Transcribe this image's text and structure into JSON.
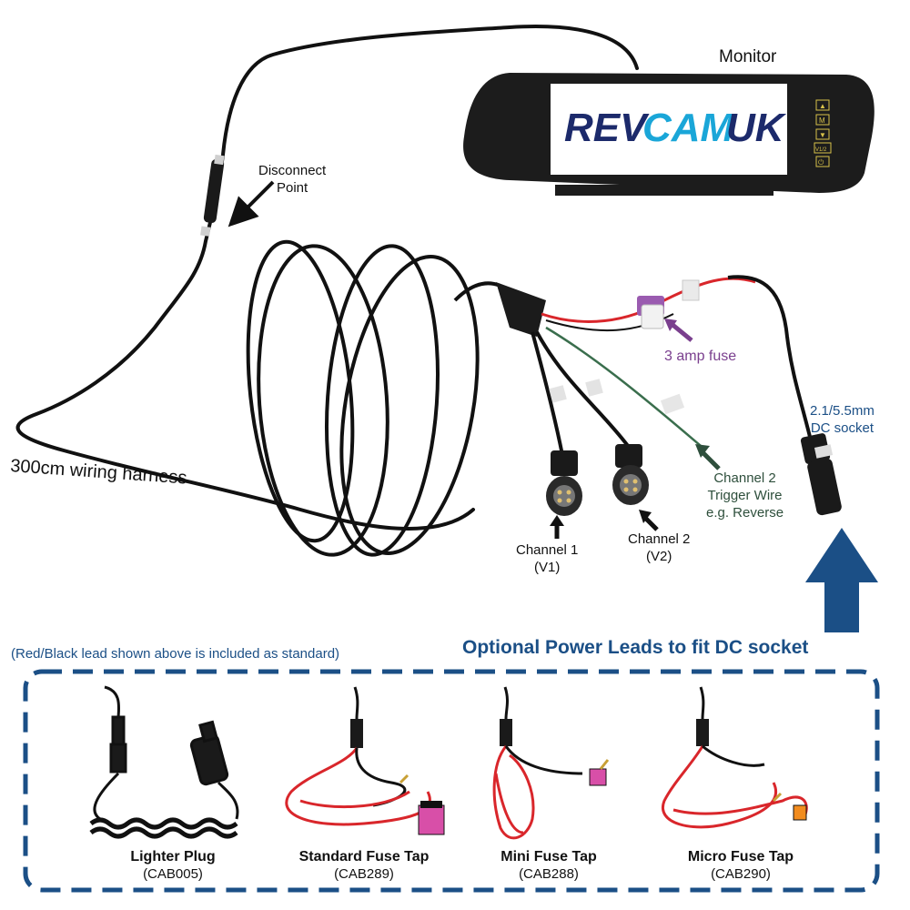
{
  "labels": {
    "monitor": "Monitor",
    "disconnect_point_line1": "Disconnect",
    "disconnect_point_line2": "Point",
    "wiring_harness": "300cm wiring harness",
    "fuse": "3 amp fuse",
    "dc_socket_line1": "2.1/5.5mm",
    "dc_socket_line2": "DC socket",
    "trigger_line1": "Channel 2",
    "trigger_line2": "Trigger Wire",
    "trigger_line3": "e.g. Reverse",
    "channel1_line1": "Channel 1",
    "channel1_line2": "(V1)",
    "channel2_line1": "Channel 2",
    "channel2_line2": "(V2)",
    "included_note": "(Red/Black lead shown above is included as standard)",
    "optional_title": "Optional Power Leads to fit DC socket"
  },
  "monitor_screen": {
    "logo_part1": "REV",
    "logo_part2": "CAM",
    "logo_part3": "UK",
    "buttons": [
      "▲",
      "M",
      "▼",
      "V1/2",
      "⏻"
    ]
  },
  "products": [
    {
      "name": "Lighter Plug",
      "code": "(CAB005)"
    },
    {
      "name": "Standard Fuse Tap",
      "code": "(CAB289)"
    },
    {
      "name": "Mini Fuse Tap",
      "code": "(CAB288)"
    },
    {
      "name": "Micro Fuse Tap",
      "code": "(CAB290)"
    }
  ],
  "colors": {
    "accent_blue": "#1b4f86",
    "fuse_purple": "#7a3f8e",
    "trigger_green": "#2e4f3c",
    "wire_red": "#d9262b",
    "cable_black": "#111111",
    "logo_dark": "#1c2a6b",
    "logo_cyan": "#1aa6d8"
  }
}
